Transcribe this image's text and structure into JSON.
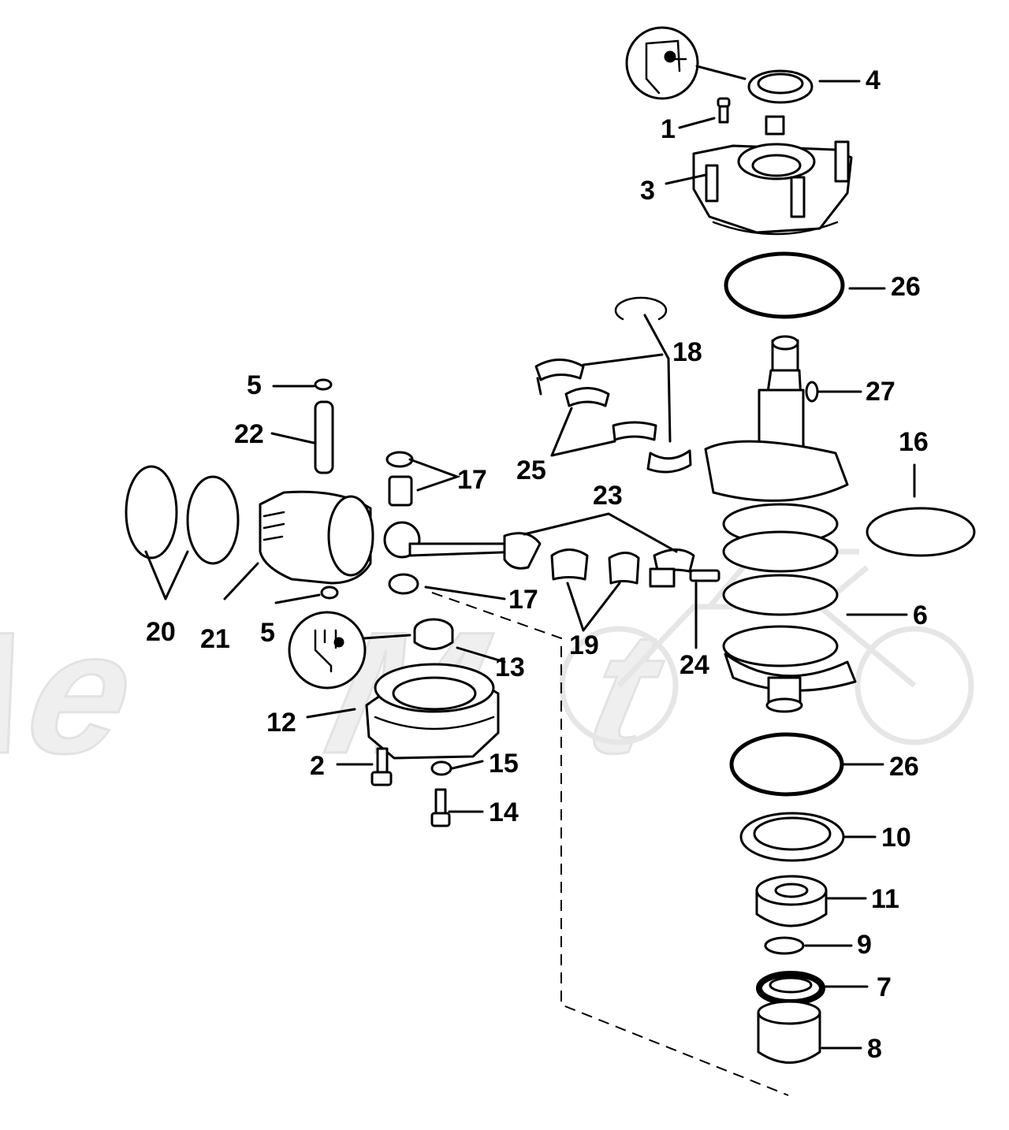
{
  "watermark": {
    "brand": "AeroMoto",
    "text_parts": [
      "Ae",
      "M",
      "t"
    ]
  },
  "callouts": [
    {
      "id": "c1",
      "label": "1"
    },
    {
      "id": "c2",
      "label": "2"
    },
    {
      "id": "c3",
      "label": "3"
    },
    {
      "id": "c4",
      "label": "4"
    },
    {
      "id": "c5a",
      "label": "5"
    },
    {
      "id": "c5b",
      "label": "5"
    },
    {
      "id": "c6",
      "label": "6"
    },
    {
      "id": "c7",
      "label": "7"
    },
    {
      "id": "c8",
      "label": "8"
    },
    {
      "id": "c9",
      "label": "9"
    },
    {
      "id": "c10",
      "label": "10"
    },
    {
      "id": "c11",
      "label": "11"
    },
    {
      "id": "c12",
      "label": "12"
    },
    {
      "id": "c13",
      "label": "13"
    },
    {
      "id": "c14",
      "label": "14"
    },
    {
      "id": "c15",
      "label": "15"
    },
    {
      "id": "c16",
      "label": "16"
    },
    {
      "id": "c17a",
      "label": "17"
    },
    {
      "id": "c17b",
      "label": "17"
    },
    {
      "id": "c18",
      "label": "18"
    },
    {
      "id": "c19",
      "label": "19"
    },
    {
      "id": "c20",
      "label": "20"
    },
    {
      "id": "c21",
      "label": "21"
    },
    {
      "id": "c22",
      "label": "22"
    },
    {
      "id": "c23",
      "label": "23"
    },
    {
      "id": "c24",
      "label": "24"
    },
    {
      "id": "c25",
      "label": "25"
    },
    {
      "id": "c26a",
      "label": "26"
    },
    {
      "id": "c26b",
      "label": "26"
    },
    {
      "id": "c27",
      "label": "27"
    }
  ]
}
